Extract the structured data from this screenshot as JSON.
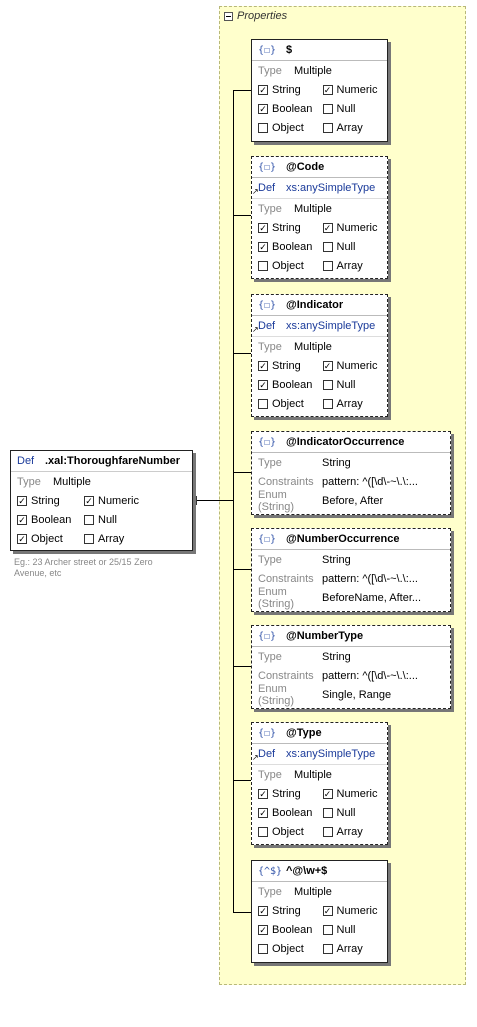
{
  "panel": {
    "title": "Properties"
  },
  "root": {
    "def_label": "Def",
    "name": ".xal:ThoroughfareNumber",
    "type_label": "Type",
    "type_value": "Multiple",
    "checks": [
      {
        "label": "String",
        "checked": true
      },
      {
        "label": "Numeric",
        "checked": true
      },
      {
        "label": "Boolean",
        "checked": true
      },
      {
        "label": "Null",
        "checked": false
      },
      {
        "label": "Object",
        "checked": true
      },
      {
        "label": "Array",
        "checked": false
      }
    ],
    "description": "Eg.: 23 Archer street or 25/15 Zero Avenue, etc"
  },
  "props": [
    {
      "icon": "{☐}",
      "name": "$",
      "dashed": false,
      "def": null,
      "type_label": "Type",
      "type_value": "Multiple",
      "checks": [
        {
          "label": "String",
          "checked": true
        },
        {
          "label": "Numeric",
          "checked": true
        },
        {
          "label": "Boolean",
          "checked": true
        },
        {
          "label": "Null",
          "checked": false
        },
        {
          "label": "Object",
          "checked": false
        },
        {
          "label": "Array",
          "checked": false
        }
      ]
    },
    {
      "icon": "{☐}",
      "name": "@Code",
      "dashed": true,
      "def": {
        "label": "Def",
        "type": "xs:anySimpleType"
      },
      "type_label": "Type",
      "type_value": "Multiple",
      "checks": [
        {
          "label": "String",
          "checked": true
        },
        {
          "label": "Numeric",
          "checked": true
        },
        {
          "label": "Boolean",
          "checked": true
        },
        {
          "label": "Null",
          "checked": false
        },
        {
          "label": "Object",
          "checked": false
        },
        {
          "label": "Array",
          "checked": false
        }
      ]
    },
    {
      "icon": "{☐}",
      "name": "@Indicator",
      "dashed": true,
      "def": {
        "label": "Def",
        "type": "xs:anySimpleType"
      },
      "type_label": "Type",
      "type_value": "Multiple",
      "checks": [
        {
          "label": "String",
          "checked": true
        },
        {
          "label": "Numeric",
          "checked": true
        },
        {
          "label": "Boolean",
          "checked": true
        },
        {
          "label": "Null",
          "checked": false
        },
        {
          "label": "Object",
          "checked": false
        },
        {
          "label": "Array",
          "checked": false
        }
      ]
    },
    {
      "icon": "{☐}",
      "name": "@IndicatorOccurrence",
      "dashed": true,
      "type_label": "Type",
      "type_value": "String",
      "constraints_label": "Constraints",
      "constraints_value": "pattern: ^([\\d\\-~\\.\\:...",
      "enum_label": "Enum (String)",
      "enum_value": "Before, After"
    },
    {
      "icon": "{☐}",
      "name": "@NumberOccurrence",
      "dashed": true,
      "type_label": "Type",
      "type_value": "String",
      "constraints_label": "Constraints",
      "constraints_value": "pattern: ^([\\d\\-~\\.\\:...",
      "enum_label": "Enum (String)",
      "enum_value": "BeforeName, After..."
    },
    {
      "icon": "{☐}",
      "name": "@NumberType",
      "dashed": true,
      "type_label": "Type",
      "type_value": "String",
      "constraints_label": "Constraints",
      "constraints_value": "pattern: ^([\\d\\-~\\.\\:...",
      "enum_label": "Enum (String)",
      "enum_value": "Single, Range"
    },
    {
      "icon": "{☐}",
      "name": "@Type",
      "dashed": true,
      "def": {
        "label": "Def",
        "type": "xs:anySimpleType"
      },
      "type_label": "Type",
      "type_value": "Multiple",
      "checks": [
        {
          "label": "String",
          "checked": true
        },
        {
          "label": "Numeric",
          "checked": true
        },
        {
          "label": "Boolean",
          "checked": true
        },
        {
          "label": "Null",
          "checked": false
        },
        {
          "label": "Object",
          "checked": false
        },
        {
          "label": "Array",
          "checked": false
        }
      ]
    },
    {
      "icon": "{^$}",
      "name": "^@\\w+$",
      "dashed": false,
      "def": null,
      "type_label": "Type",
      "type_value": "Multiple",
      "checks": [
        {
          "label": "String",
          "checked": true
        },
        {
          "label": "Numeric",
          "checked": true
        },
        {
          "label": "Boolean",
          "checked": true
        },
        {
          "label": "Null",
          "checked": false
        },
        {
          "label": "Object",
          "checked": false
        },
        {
          "label": "Array",
          "checked": false
        }
      ]
    }
  ]
}
